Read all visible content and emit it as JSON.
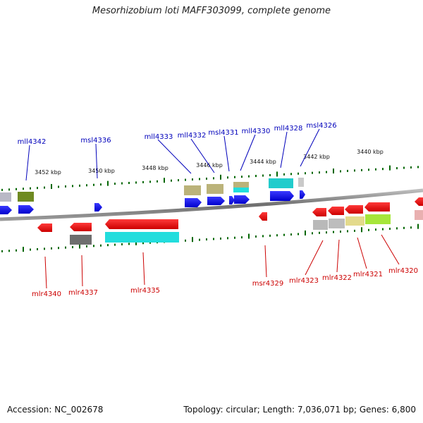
{
  "title": "Mesorhizobium loti MAFF303099, complete genome",
  "accession": "Accession: NC_002678",
  "summary": "Topology: circular; Length: 7,036,071 bp; Genes: 6,800",
  "kbp_labels": [
    "3452 kbp",
    "3450 kbp",
    "3448 kbp",
    "3446 kbp",
    "3444 kbp",
    "3442 kbp",
    "3440 kbp"
  ],
  "forward_genes": [
    "mll4342",
    "msl4336",
    "mll4333",
    "mll4332",
    "msl4331",
    "mll4330",
    "mll4328",
    "msl4326"
  ],
  "reverse_genes": [
    "mlr4340",
    "mlr4337",
    "mlr4335",
    "msr4329",
    "mlr4323",
    "mlr4322",
    "mlr4321",
    "mlr4320"
  ],
  "colors": {
    "forward_label": "#0000bb",
    "reverse_label": "#cc0000",
    "cds_forward": "#0000ee",
    "cds_reverse": "#ee0000",
    "tick": "#006600",
    "backbone": "#777777"
  }
}
